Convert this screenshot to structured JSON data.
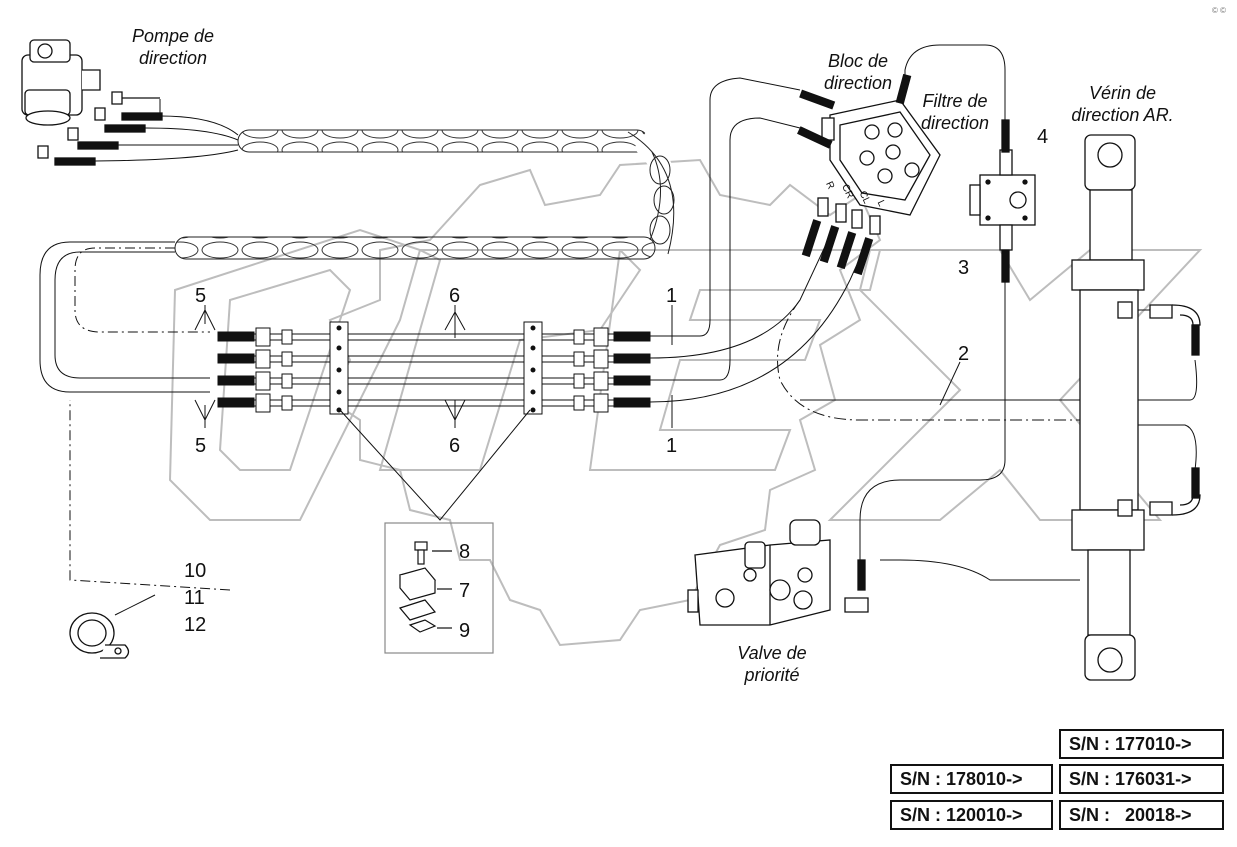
{
  "labels": {
    "pompe_line1": "Pompe de",
    "pompe_line2": "direction",
    "bloc_line1": "Bloc de",
    "bloc_line2": "direction",
    "filtre_line1": "Filtre de",
    "filtre_line2": "direction",
    "verin_line1": "Vérin de",
    "verin_line2": "direction AR.",
    "valve_line1": "Valve de",
    "valve_line2": "priorité"
  },
  "callouts": {
    "n1a": "1",
    "n1b": "1",
    "n2": "2",
    "n3": "3",
    "n4": "4",
    "n5a": "5",
    "n5b": "5",
    "n6a": "6",
    "n6b": "6",
    "n7": "7",
    "n8": "8",
    "n9": "9",
    "n10": "10",
    "n11": "11",
    "n12": "12"
  },
  "port_labels": [
    "R",
    "CR",
    "CL",
    "L"
  ],
  "serials": {
    "s1": "S/N : 177010->",
    "s2": "S/N : 178010->",
    "s3": "S/N : 176031->",
    "s4": "S/N : 120010->",
    "s5": "S/N :   20018->"
  },
  "watermark": "OPEX",
  "corner_mark": "© ©"
}
